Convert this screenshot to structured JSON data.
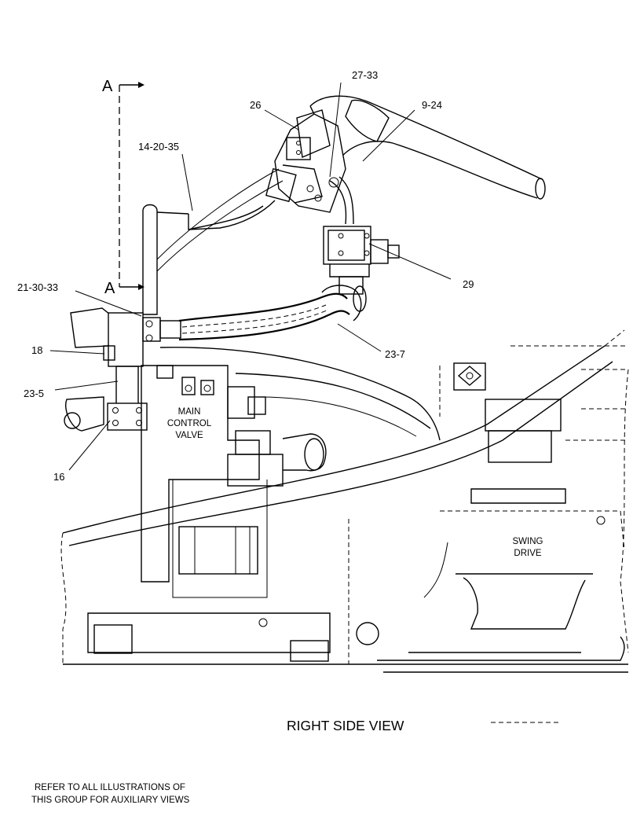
{
  "section_markers": {
    "top": "A",
    "bottom": "A"
  },
  "callouts": {
    "c_27_33": "27-33",
    "c_26": "26",
    "c_9_24": "9-24",
    "c_14_20_35": "14-20-35",
    "c_21_30_33": "21-30-33",
    "c_29": "29",
    "c_18": "18",
    "c_23_7": "23-7",
    "c_23_5": "23-5",
    "c_16": "16"
  },
  "component_labels": {
    "main_control_valve": [
      "MAIN",
      "CONTROL",
      "VALVE"
    ],
    "swing_drive": [
      "SWING",
      "DRIVE"
    ]
  },
  "view_title": "RIGHT SIDE VIEW",
  "note": [
    "REFER TO ALL ILLUSTRATIONS OF",
    "THIS GROUP FOR AUXILIARY VIEWS"
  ]
}
